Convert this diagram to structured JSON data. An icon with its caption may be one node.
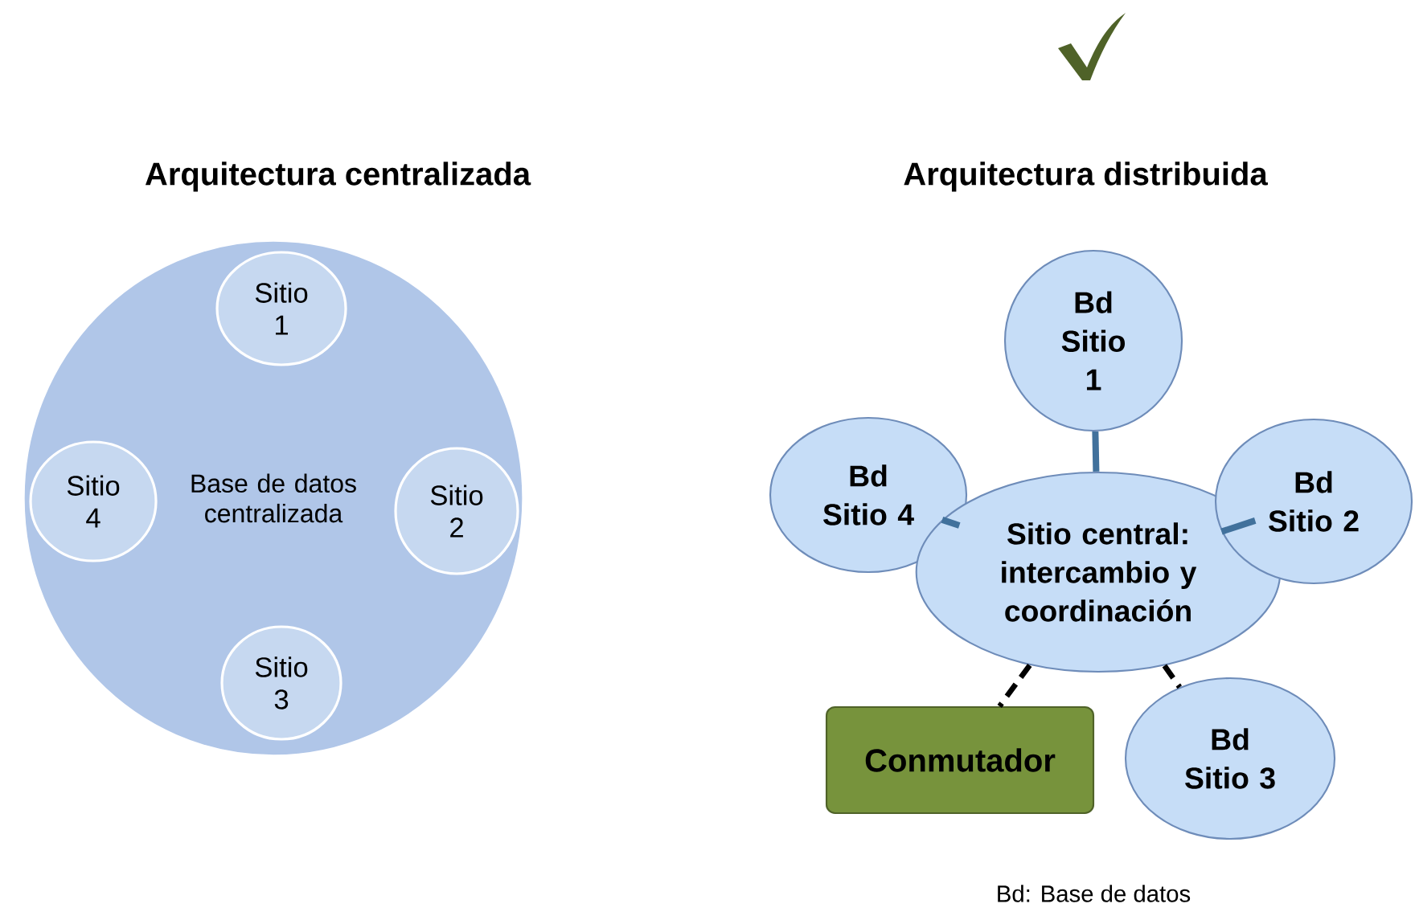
{
  "diagram": {
    "nodes": [
      {
        "text": [
          "Base de datos centralizada"
        ]
      },
      {
        "text": [
          "Sitio 1"
        ],
        "in": 0
      },
      {
        "text": [
          "Sitio 4"
        ],
        "in": 0
      },
      {
        "text": [
          "Sitio 2"
        ],
        "in": 0
      },
      {
        "text": [
          "Sitio 3"
        ],
        "in": 0
      },
      {
        "text": [
          "Bd",
          "Sitio 1"
        ]
      },
      {
        "text": [
          "Bd",
          "Sitio 4"
        ]
      },
      {
        "text": [
          "Sitio central: intercambio y coordinación"
        ]
      },
      {
        "text": [
          "Bd",
          "Sitio 2"
        ]
      },
      {
        "text": [
          "Conmutador"
        ]
      },
      {
        "text": [
          "Bd",
          "Sitio 3"
        ]
      }
    ],
    "edges": [
      {
        "from": 7,
        "to": 5,
        "arrow": "none",
        "color": "#41719c"
      },
      {
        "from": 7,
        "to": 6,
        "arrow": "none",
        "color": "#41719c"
      },
      {
        "from": 7,
        "to": 8,
        "arrow": "none",
        "color": "#41719c"
      },
      {
        "from": 7,
        "to": 9,
        "arrow": "none",
        "style": "dashed",
        "color": "#000000"
      },
      {
        "from": 7,
        "to": 10,
        "arrow": "none",
        "style": "dashed",
        "color": "#000000"
      }
    ],
    "labels": [
      "Arquitectura centralizada",
      "Arquitectura distribuida",
      "Bd: Base de datos"
    ]
  }
}
